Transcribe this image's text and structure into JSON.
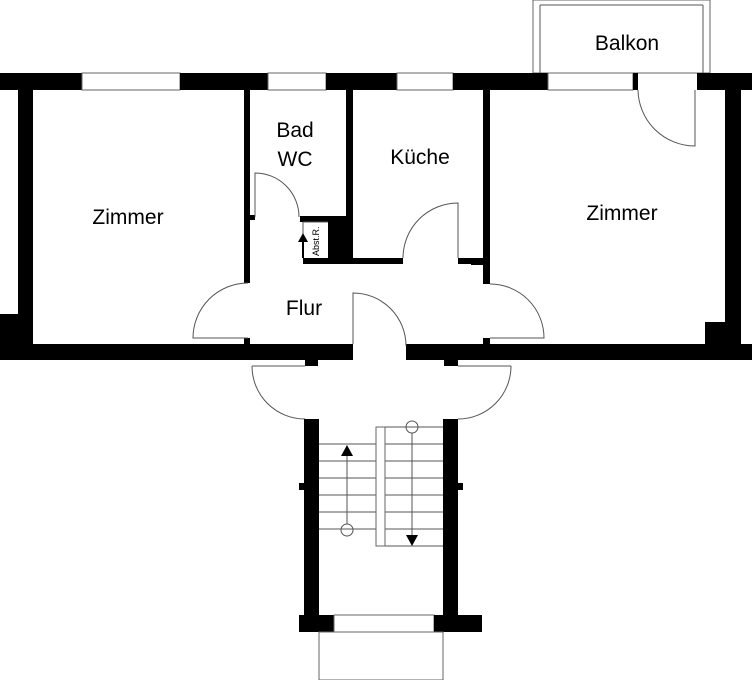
{
  "plan": {
    "rooms": {
      "zimmer_left": "Zimmer",
      "bad": "Bad",
      "wc": "WC",
      "kueche": "Küche",
      "flur": "Flur",
      "zimmer_right": "Zimmer",
      "balkon": "Balkon",
      "abstellraum": "Abst.R."
    },
    "colors": {
      "wall": "#000000",
      "line": "#555555",
      "background": "#ffffff"
    }
  }
}
